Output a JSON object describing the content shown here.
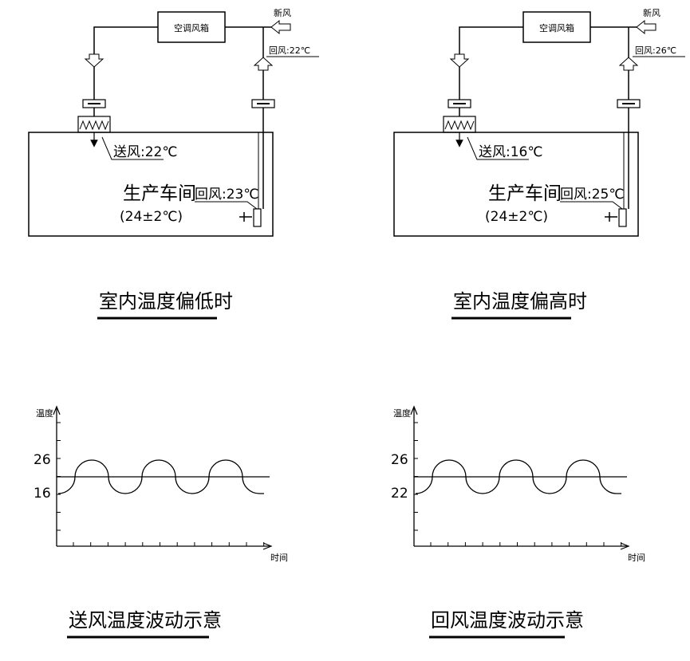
{
  "panels": [
    {
      "ahu_label": "空调风箱",
      "fresh_air_label": "新风",
      "return_air_top": "回风:22℃",
      "supply_air": "送风:22℃",
      "workshop_name": "生产车间",
      "workshop_range": "(24±2℃)",
      "return_air_room": "回风:23℃",
      "caption": "室内温度偏低时"
    },
    {
      "ahu_label": "空调风箱",
      "fresh_air_label": "新风",
      "return_air_top": "回风:26℃",
      "supply_air": "送风:16℃",
      "workshop_name": "生产车间",
      "workshop_range": "(24±2℃)",
      "return_air_room": "回风:25℃",
      "caption": "室内温度偏高时"
    }
  ],
  "charts": [
    {
      "y_axis_label": "温度",
      "x_axis_label": "时间",
      "tick_high": "26",
      "tick_low": "16",
      "caption": "送风温度波动示意"
    },
    {
      "y_axis_label": "温度",
      "x_axis_label": "时间",
      "tick_high": "26",
      "tick_low": "22",
      "caption": "回风温度波动示意"
    }
  ]
}
